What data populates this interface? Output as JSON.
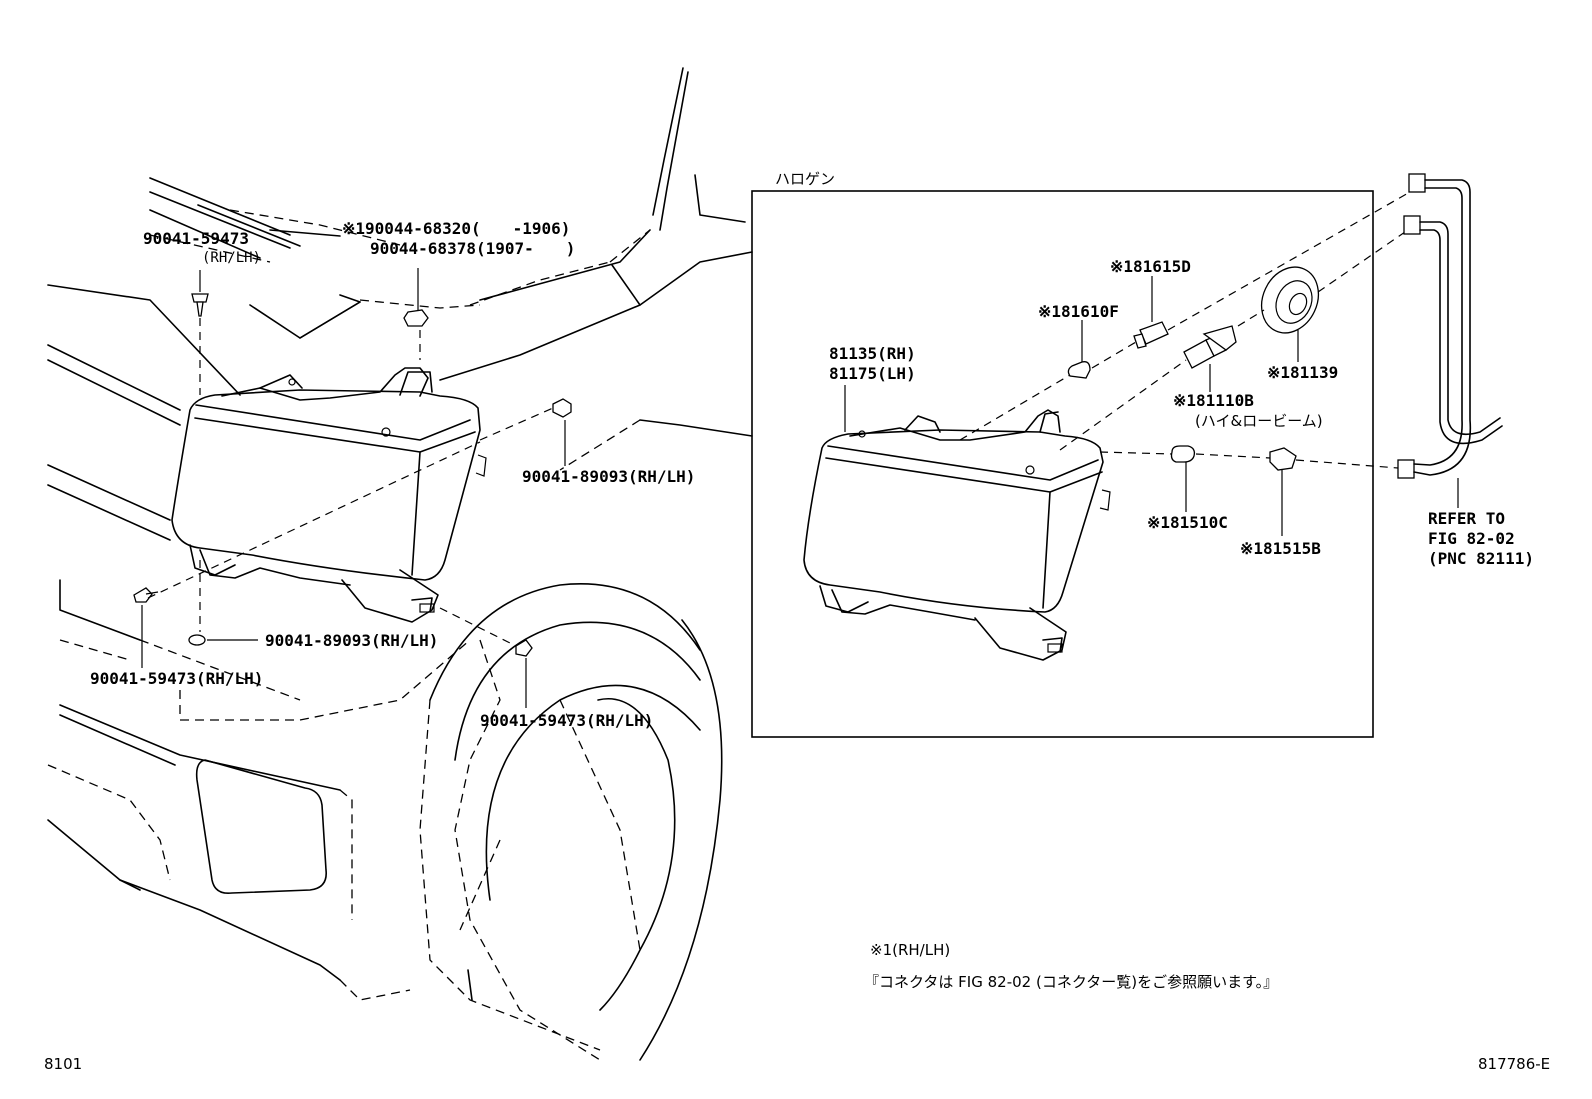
{
  "diagram": {
    "group_title": "ハロゲン",
    "labels": {
      "clip_top": {
        "number": "90041-59473",
        "side": "(RH/LH)"
      },
      "bolt_top_a": "※190044-68320(　　-1906)",
      "bolt_top_b": "90044-68378(1907-　　)",
      "nut_right": "90041-89093(RH/LH)",
      "clip_left": "90041-59473(RH/LH)",
      "nut_bottom": "90041-89093(RH/LH)",
      "clip_bottom": "90041-59473(RH/LH)",
      "headlamp_rh": "81135(RH)",
      "headlamp_lh": "81175(LH)",
      "bulb_81615d": "※181615D",
      "bulb_81610f": "※181610F",
      "cover_81139": "※181139",
      "bulb_81110b": "※181110B",
      "bulb_81110b_note": "(ハイ&ロービーム)",
      "bulb_81510c": "※181510C",
      "socket_81515b": "※181515B",
      "refer_1": "REFER TO",
      "refer_2": "FIG 82-02",
      "refer_3": "(PNC 82111)"
    },
    "footnotes": {
      "note_1": "※1(RH/LH)",
      "note_2": "『コネクタは FIG 82-02 (コネクター覧)をご参照願います。』"
    },
    "page_code": "8101",
    "figure_id": "817786-E"
  }
}
